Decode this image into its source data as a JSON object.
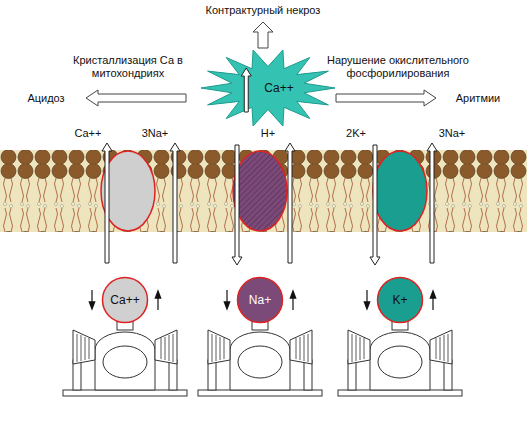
{
  "diagram": {
    "nodes": [
      {
        "text": [
          "Ca++"
        ]
      },
      {
        "text": [
          "Ca++"
        ]
      },
      {
        "text": [
          "Na+"
        ]
      },
      {
        "text": [
          "K+"
        ]
      }
    ],
    "labels": [
      "Контрактурный некроз",
      "Кристаллизация Са в митохондриях",
      "Нарушение окислительного фосфорилирования",
      "Ацидоз",
      "Аритмии",
      "Ca++",
      "3Na+",
      "H+",
      "2K+",
      "3Na+"
    ]
  }
}
